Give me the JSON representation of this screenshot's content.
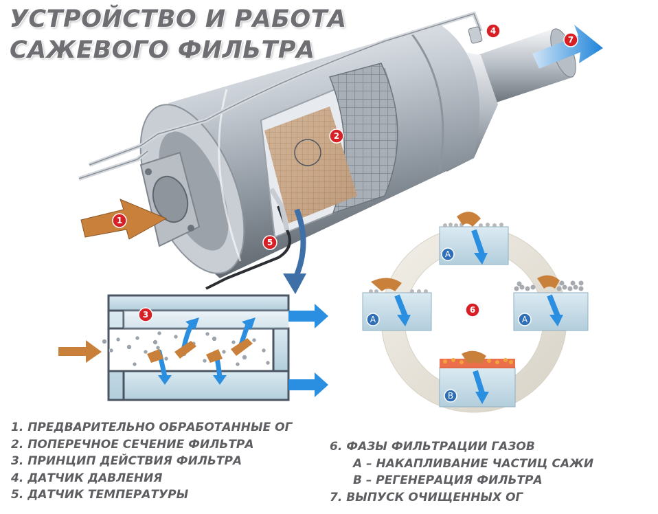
{
  "title": {
    "line1": "УСТРОЙСТВО И РАБОТА",
    "line2": "САЖЕВОГО ФИЛЬТРА"
  },
  "callouts": [
    "1",
    "2",
    "3",
    "4",
    "5",
    "6",
    "7"
  ],
  "phase_labels": {
    "accumulation": "A",
    "regeneration": "B"
  },
  "legend": {
    "items": [
      "1. ПРЕДВАРИТЕЛЬНО ОБРАБОТАННЫЕ ОГ",
      "2. ПОПЕРЕЧНОЕ СЕЧЕНИЕ ФИЛЬТРА",
      "3. ПРИНЦИП ДЕЙСТВИЯ ФИЛЬТРА",
      "4. ДАТЧИК ДАВЛЕНИЯ",
      "5. ДАТЧИК ТЕМПЕРАТУРЫ",
      "6. ФАЗЫ ФИЛЬТРАЦИИ ГАЗОВ",
      "А – НАКАПЛИВАНИЕ ЧАСТИЦ САЖИ",
      "В – РЕГЕНЕРАЦИЯ ФИЛЬТРА",
      "7. ВЫПУСК ОЧИЩЕННЫХ ОГ"
    ]
  },
  "colors": {
    "callout": "#d81f26",
    "title": "#6f6f73",
    "legend": "#5e5e62",
    "flow_in": "#c8803a",
    "flow_out": "#2a8fe0",
    "phase_badge": "#2f6fb8",
    "filter_block": "#c7dde8"
  }
}
